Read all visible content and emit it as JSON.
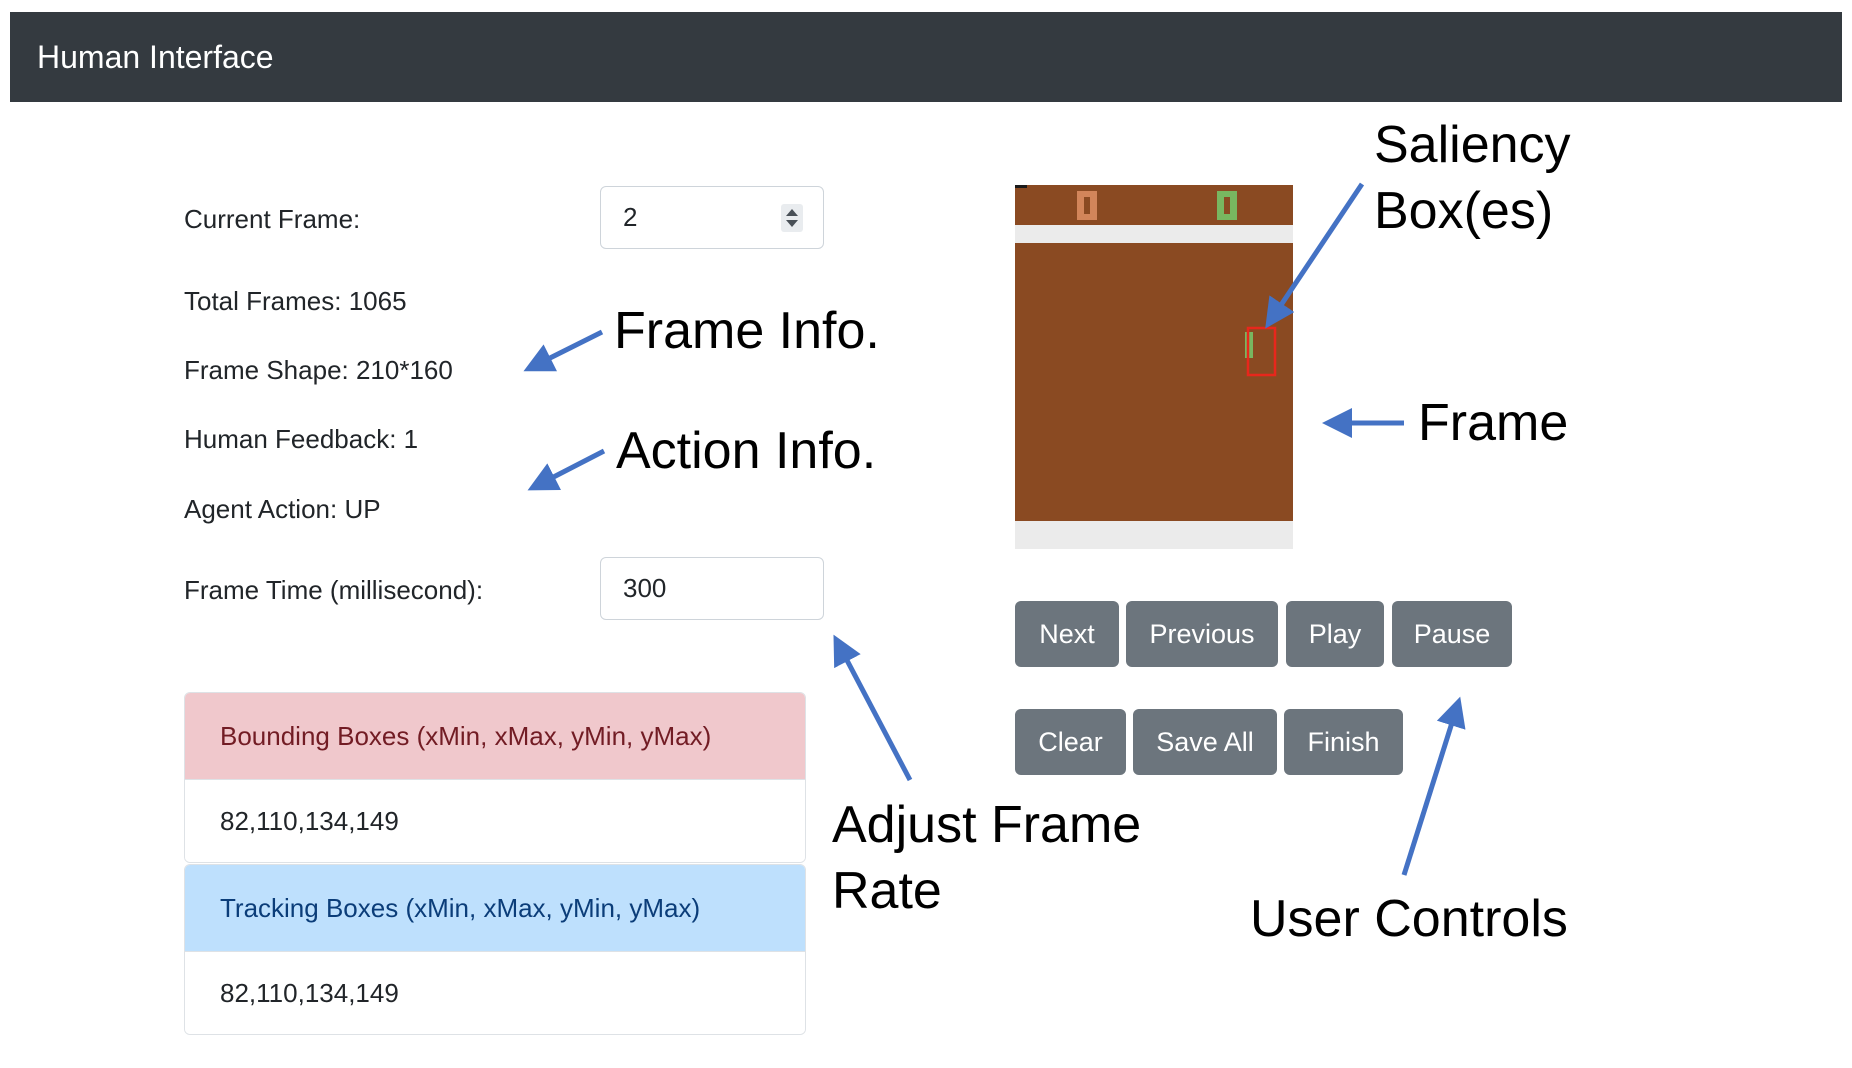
{
  "navbar": {
    "title": "Human Interface"
  },
  "frame_info": {
    "current_frame_label": "Current Frame:",
    "current_frame_value": "2",
    "total_frames": "Total Frames: 1065",
    "frame_shape": "Frame Shape: 210*160",
    "human_feedback": "Human Feedback: 1",
    "agent_action": "Agent Action: UP",
    "frame_time_label": "Frame Time (millisecond):",
    "frame_time_value": "300"
  },
  "bounding_boxes": {
    "header": "Bounding Boxes (xMin, xMax, yMin, yMax)",
    "value": "82,110,134,149"
  },
  "tracking_boxes": {
    "header": "Tracking Boxes (xMin, xMax, yMin, yMax)",
    "value": "82,110,134,149"
  },
  "controls": {
    "row1": [
      "Next",
      "Previous",
      "Play",
      "Pause"
    ],
    "row2": [
      "Clear",
      "Save All",
      "Finish"
    ]
  },
  "annotations": {
    "saliency_line1": "Saliency",
    "saliency_line2": "Box(es)",
    "frame_info": "Frame Info.",
    "action_info": "Action Info.",
    "frame": "Frame",
    "adjust_line1": "Adjust Frame",
    "adjust_line2": "Rate",
    "user_controls": "User Controls"
  },
  "colors": {
    "navbar_bg": "#343a40",
    "button_bg": "#6c757d",
    "frame_bg": "#8a4a22",
    "frame_band": "#ebebeb",
    "saliency_box": "#e8271c",
    "paddle_green": "#78b760",
    "paddle_orange": "#d2855a",
    "arrow": "#4472c4",
    "bounding_header_bg": "#f0c8cc",
    "tracking_header_bg": "#bee0fd"
  },
  "icons": {
    "spinner": "up-down-spinner-icon"
  }
}
